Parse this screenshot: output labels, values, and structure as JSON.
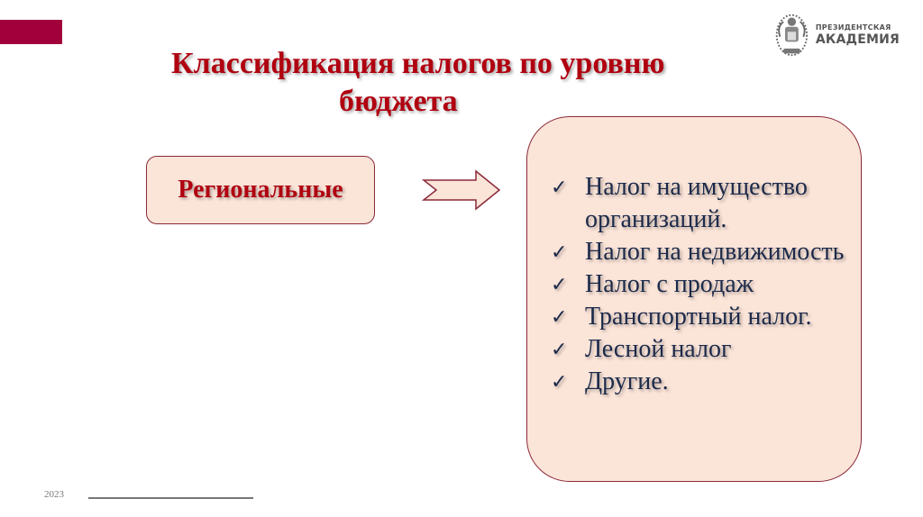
{
  "slide": {
    "title_line1": "Классификация налогов по уровню",
    "title_line2": "бюджета",
    "category": "Региональные",
    "taxes": [
      "Налог на имущество организаций.",
      "Налог на недвижимость",
      "Налог с продаж",
      "Транспортный налог.",
      "Лесной налог",
      "Другие."
    ],
    "check_icon": "✓"
  },
  "logo": {
    "line1": "ПРЕЗИДЕНТСКАЯ",
    "line2": "АКАДЕМИЯ",
    "icon": "emblem-icon"
  },
  "footer": {
    "year": "2023"
  },
  "colors": {
    "accent": "#a1003a",
    "title": "#b00010",
    "box_fill": "#fbe4d8",
    "box_border": "#8b2a3a",
    "list_text": "#1c2a4a"
  }
}
